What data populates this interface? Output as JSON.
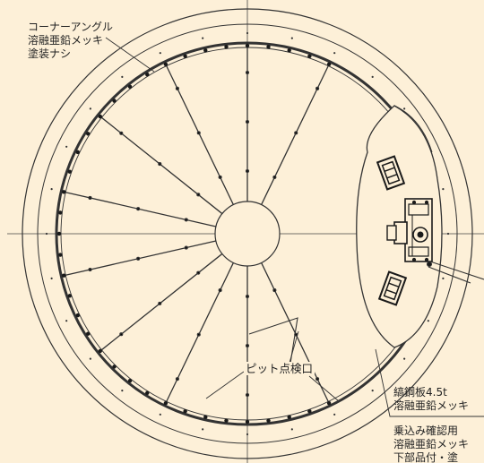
{
  "labels": {
    "corner_angle": [
      "コーナーアングル",
      "溶融亜鉛メッキ",
      "塗装ナシ"
    ],
    "pit_inspection": "ピット点検口",
    "checker_plate": [
      "縞鋼板4.5t",
      "溶融亜鉛メッキ"
    ],
    "boarding_check": [
      "乗込み確認用",
      "溶融亜鉛メッキ",
      "下部品付・塗"
    ]
  },
  "colors": {
    "background": "#fdf0d8",
    "line": "#333333",
    "dark": "#1a1a1a"
  }
}
